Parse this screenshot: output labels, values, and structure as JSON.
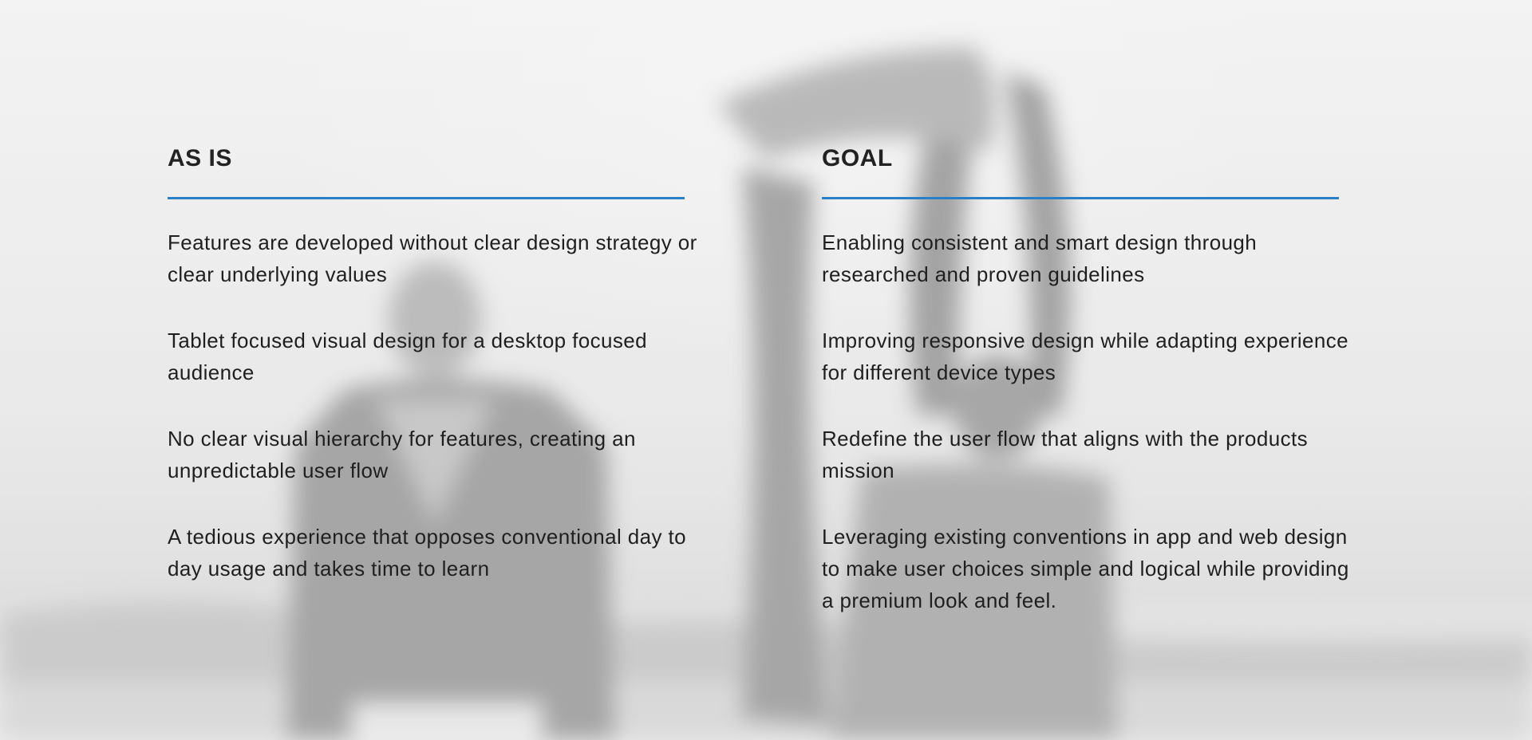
{
  "columns": [
    {
      "title": "AS IS",
      "items": [
        "Features are developed without clear design strategy or clear underlying values",
        "Tablet focused visual design for a desktop focused audience",
        "No clear visual hierarchy for features, creating an unpredictable user flow",
        "A tedious experience that opposes conventional day to day usage and takes time to learn"
      ]
    },
    {
      "title": "GOAL",
      "items": [
        "Enabling consistent and smart design through researched and proven guidelines",
        "Improving responsive design while adapting experience for different device types",
        "Redefine the user flow that aligns with the products mission",
        "Leveraging existing conventions in app and web design to make user choices simple and logical while providing a premium look and feel."
      ]
    }
  ],
  "colors": {
    "accent_rule": "#2a7fc9",
    "text": "#222222"
  }
}
